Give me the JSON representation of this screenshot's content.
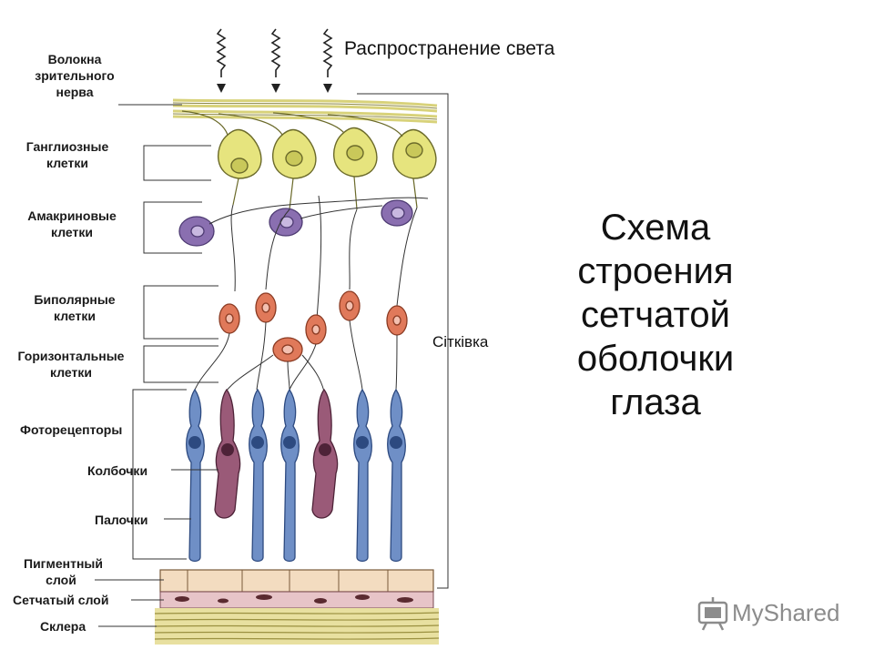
{
  "light_label": "Распространение света",
  "title": "Схема строения сетчатой оболочки глаза",
  "retina_label": "Сітківка",
  "labels": {
    "optic_nerve_fibers": "Волокна зрительного нерва",
    "ganglion_cells": "Ганглиозные клетки",
    "amacrine_cells": "Амакриновые клетки",
    "bipolar_cells": "Биполярные клетки",
    "horizontal_cells": "Горизонтальные клетки",
    "photoreceptors": "Фоторецепторы",
    "cones": "Колбочки",
    "rods": "Палочки",
    "pigment_layer": "Пигментный слой",
    "choroid_layer": "Сетчатый слой",
    "sclera": "Склера"
  },
  "watermark": {
    "text": "MyShared",
    "icon": "projector-icon"
  },
  "colors": {
    "ganglion": "#e6e47e",
    "ganglion_nucleus": "#c9c85a",
    "amacrine": "#8a6fb0",
    "bipolar": "#e0795a",
    "rod": "#6f8fc6",
    "cone": "#9a5a78",
    "pigment": "#f3dcc0",
    "choroid": "#e7c4c8",
    "sclera": "#e8e0a0"
  }
}
